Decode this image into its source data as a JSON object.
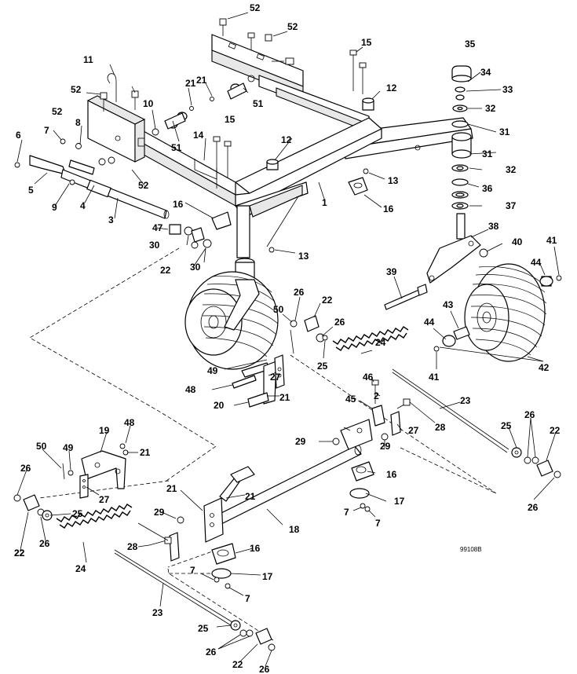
{
  "diagram": {
    "drawing_ref": "99108B",
    "callouts": [
      "52",
      "52",
      "15",
      "11",
      "52",
      "21",
      "21",
      "12",
      "35",
      "34",
      "33",
      "32",
      "31",
      "52",
      "10",
      "51",
      "51",
      "7",
      "8",
      "6",
      "15",
      "14",
      "12",
      "31",
      "32",
      "36",
      "37",
      "5",
      "9",
      "4",
      "52",
      "3",
      "1",
      "13",
      "16",
      "16",
      "47",
      "30",
      "22",
      "30",
      "38",
      "40",
      "41",
      "13",
      "39",
      "44",
      "43",
      "44",
      "42",
      "41",
      "26",
      "22",
      "26",
      "50",
      "24",
      "25",
      "49",
      "27",
      "46",
      "2",
      "21",
      "48",
      "20",
      "45",
      "23",
      "28",
      "27",
      "25",
      "26",
      "22",
      "48",
      "19",
      "50",
      "49",
      "21",
      "21",
      "29",
      "29",
      "16",
      "26",
      "26",
      "17",
      "22",
      "27",
      "29",
      "21",
      "18",
      "7",
      "7",
      "25",
      "26",
      "22",
      "28",
      "24",
      "16",
      "17",
      "7",
      "7",
      "23",
      "25",
      "26",
      "22",
      "26"
    ]
  }
}
